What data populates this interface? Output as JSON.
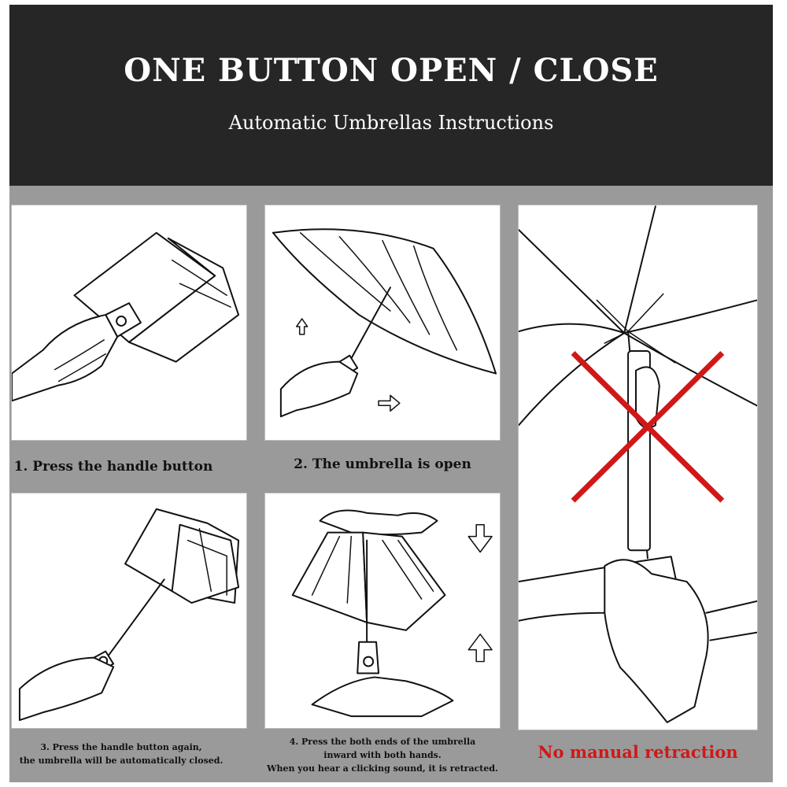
{
  "header": {
    "title": "ONE BUTTON OPEN / CLOSE",
    "subtitle": "Automatic Umbrellas Instructions"
  },
  "steps": [
    {
      "caption": "1. Press the handle button"
    },
    {
      "caption": "2. The umbrella is open"
    },
    {
      "caption_line1": "3. Press the handle button again,",
      "caption_line2": "the umbrella will be automatically closed."
    },
    {
      "caption_line1": "4. Press the both ends of the umbrella",
      "caption_line2": "inward with both hands.",
      "caption_line3": "When you hear a clicking sound, it is retracted."
    }
  ],
  "warning": {
    "caption": "No manual retraction"
  },
  "colors": {
    "header_bg": "#262626",
    "page_bg": "#9a9a9a",
    "warning_red": "#d01818"
  }
}
